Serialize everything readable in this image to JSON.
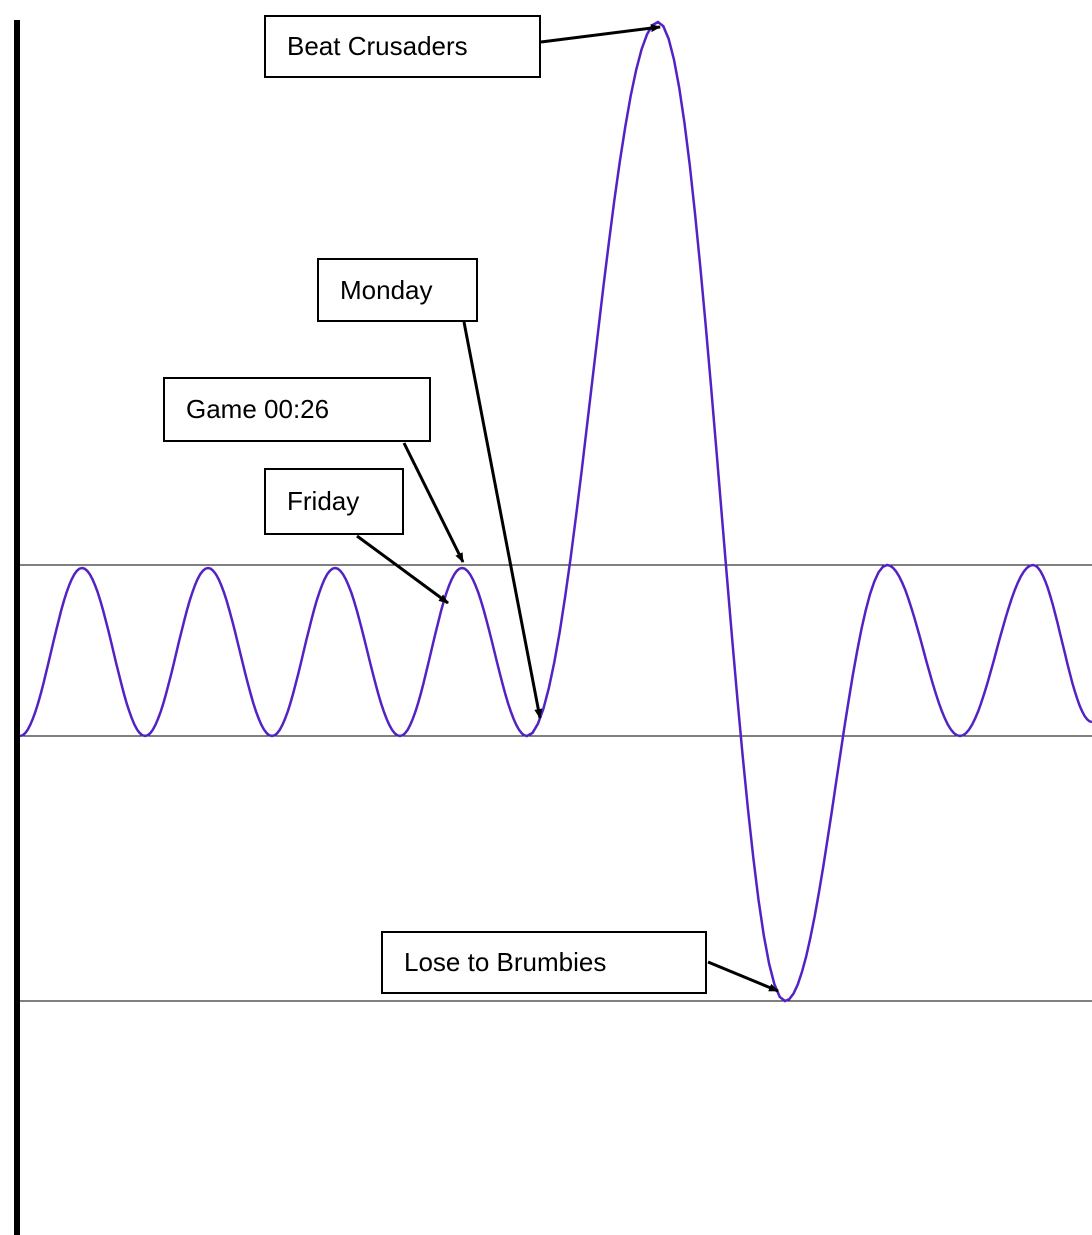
{
  "labels": {
    "beat_crusaders": "Beat Crusaders",
    "monday": "Monday",
    "game": "Game 00:26",
    "friday": "Friday",
    "lose_brumbies": "Lose to Brumbies"
  },
  "colors": {
    "wave": "#5222c4",
    "lines": "#000000"
  }
}
